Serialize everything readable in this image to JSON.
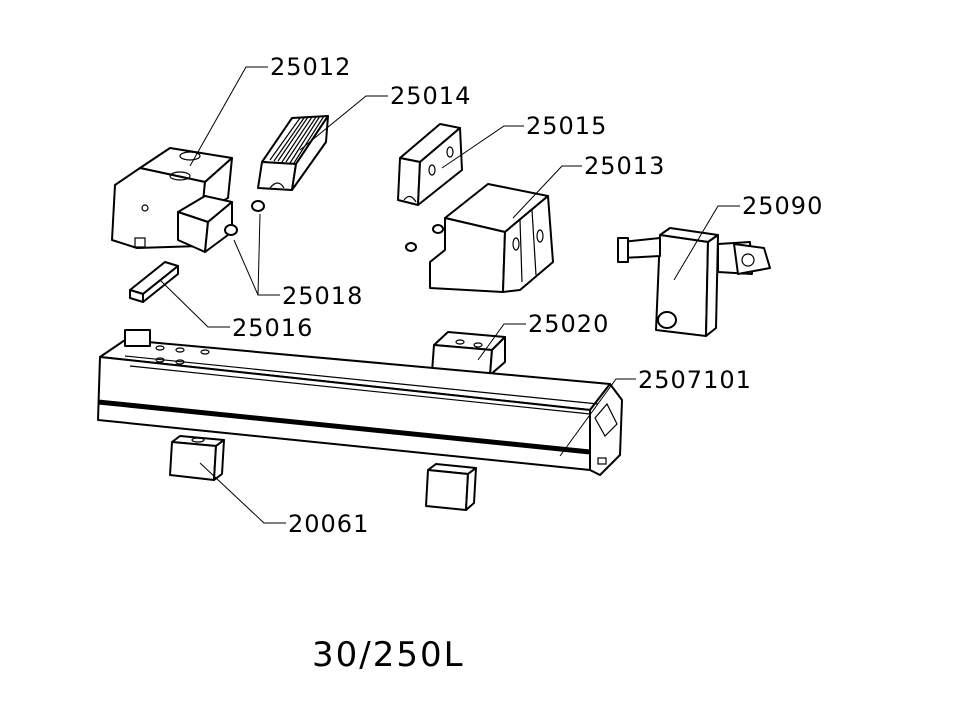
{
  "title": "30/250L",
  "parts": [
    {
      "id": "25012",
      "label": "25012"
    },
    {
      "id": "25014",
      "label": "25014"
    },
    {
      "id": "25015",
      "label": "25015"
    },
    {
      "id": "25013",
      "label": "25013"
    },
    {
      "id": "25090",
      "label": "25090"
    },
    {
      "id": "25018",
      "label": "25018"
    },
    {
      "id": "25016",
      "label": "25016"
    },
    {
      "id": "25020",
      "label": "25020"
    },
    {
      "id": "2507101",
      "label": "2507101"
    },
    {
      "id": "20061",
      "label": "20061"
    }
  ]
}
